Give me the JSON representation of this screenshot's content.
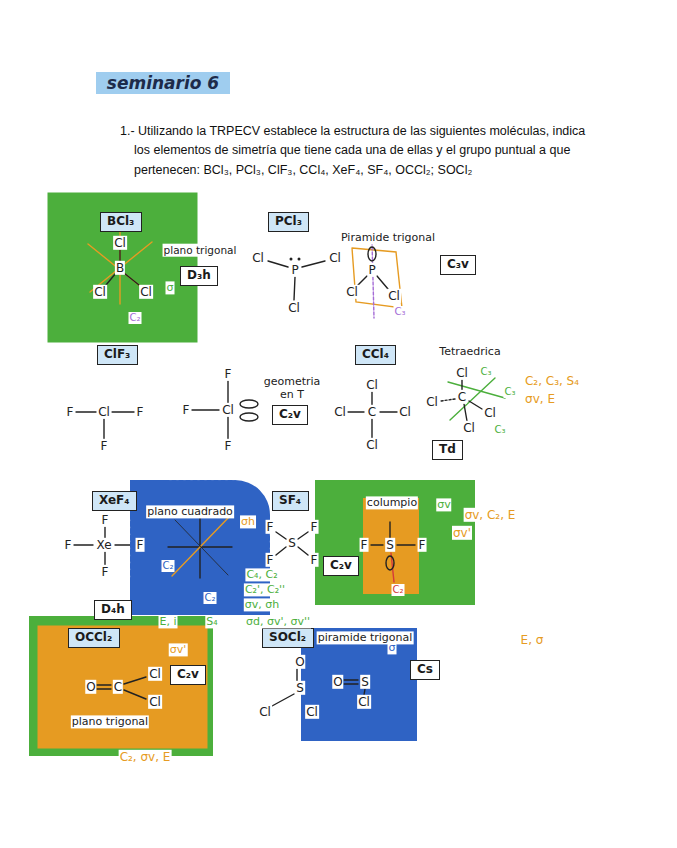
{
  "diagram": {
    "title": "seminario 6",
    "nodes": [
      {
        "text": [
          "BCl₃"
        ]
      },
      {
        "text": [
          "D₃h"
        ]
      },
      {
        "text": [
          "PCl₃"
        ]
      },
      {
        "text": [
          "C₃v"
        ]
      },
      {
        "text": [
          "ClF₃"
        ]
      },
      {
        "text": [
          "C₂v"
        ]
      },
      {
        "text": [
          "CCl₄"
        ]
      },
      {
        "text": [
          "Td"
        ]
      },
      {
        "text": [
          "XeF₄"
        ]
      },
      {
        "text": [
          "D₄h"
        ]
      },
      {
        "text": [
          "SF₄"
        ]
      },
      {
        "text": [
          "C₂v"
        ]
      },
      {
        "text": [
          "OCCl₂"
        ]
      },
      {
        "text": [
          "C₂v"
        ]
      },
      {
        "text": [
          "SOCl₂"
        ]
      },
      {
        "text": [
          "Cs"
        ]
      }
    ],
    "labels": [
      "1.- Utilizando la TRPECV establece la estructura de las siguientes moléculas, indica los elementos de simetría que tiene cada una de ellas y el grupo puntual a que pertenecen: BCl₃, PCl₃, ClF₃, CCl₄, XeF₄, SF₄, OCCl₂; SOCl₂",
      "plano trigonal",
      "Piramide trigonal",
      "geometria en T",
      "Tetraedrica",
      "plano cuadrado",
      "columpio",
      "plano trigonal",
      "piramide trigonal",
      "C₂, C₃, S₄",
      "σv, E",
      "C₄, C₂",
      "C₂', C₂''",
      "σv, σh",
      "E, i",
      "S₄",
      "σd, σv', σv''",
      "σv, C₂, E",
      "σv'",
      "C₂, σv, E",
      "E, σ",
      "Cl",
      "B",
      "Cl",
      "Cl",
      "Cl",
      "P",
      "Cl",
      "Cl",
      "P",
      "Cl",
      "Cl",
      "F",
      "Cl",
      "F",
      "F",
      "F",
      "F",
      "Cl",
      "F",
      "Cl",
      "Cl",
      "C",
      "Cl",
      "Cl",
      "Cl",
      "C",
      "Cl",
      "Cl",
      "Cl",
      "F",
      "F",
      "Xe",
      "F",
      "F",
      "F",
      "F",
      "S",
      "F",
      "F",
      "F",
      "S",
      "F",
      "O",
      "C",
      "Cl",
      "Cl",
      "O",
      "S",
      "Cl",
      "Cl",
      "O",
      "S",
      "Cl",
      "C₂",
      "σ",
      "C₃",
      "C₃",
      "C₃",
      "C₃",
      "σh",
      "C₂",
      "C₂",
      "σv",
      "C₂",
      "σv'",
      "σ"
    ]
  }
}
